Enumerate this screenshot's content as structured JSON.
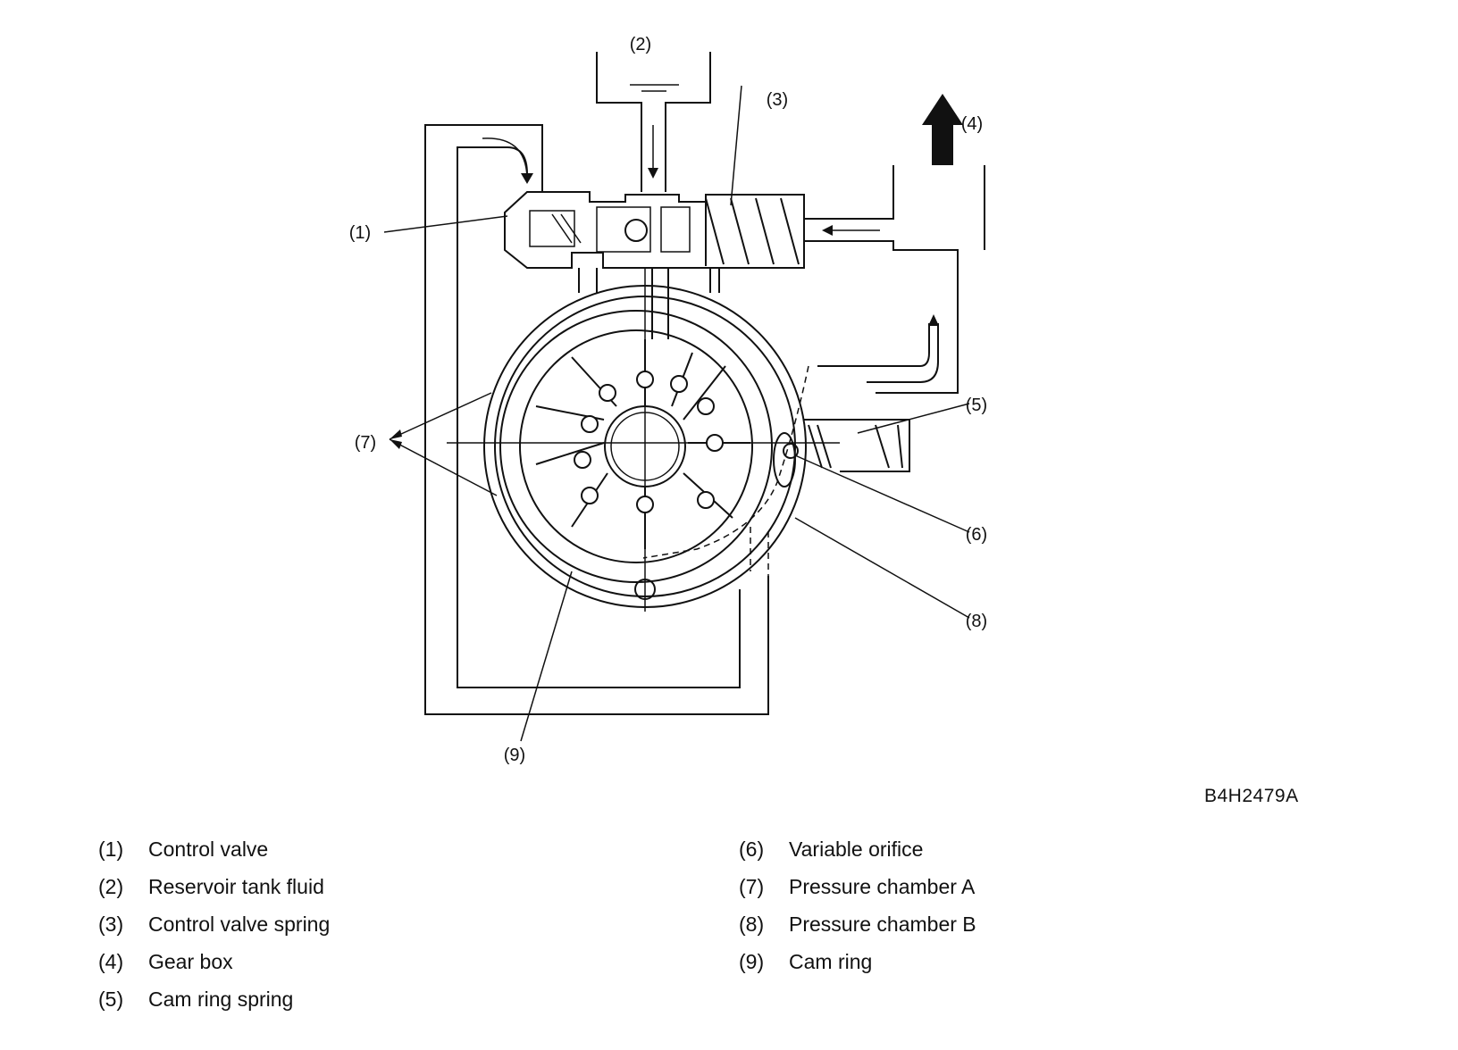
{
  "figure_code": "B4H2479A",
  "callouts": {
    "c1": "(1)",
    "c2": "(2)",
    "c3": "(3)",
    "c4": "(4)",
    "c5": "(5)",
    "c6": "(6)",
    "c7": "(7)",
    "c8": "(8)",
    "c9": "(9)"
  },
  "legend": {
    "left": [
      {
        "num": "(1)",
        "label": "Control valve"
      },
      {
        "num": "(2)",
        "label": "Reservoir tank fluid"
      },
      {
        "num": "(3)",
        "label": "Control valve spring"
      },
      {
        "num": "(4)",
        "label": "Gear box"
      },
      {
        "num": "(5)",
        "label": "Cam ring spring"
      }
    ],
    "right": [
      {
        "num": "(6)",
        "label": "Variable orifice"
      },
      {
        "num": "(7)",
        "label": "Pressure chamber A"
      },
      {
        "num": "(8)",
        "label": "Pressure chamber B"
      },
      {
        "num": "(9)",
        "label": "Cam ring"
      }
    ]
  }
}
